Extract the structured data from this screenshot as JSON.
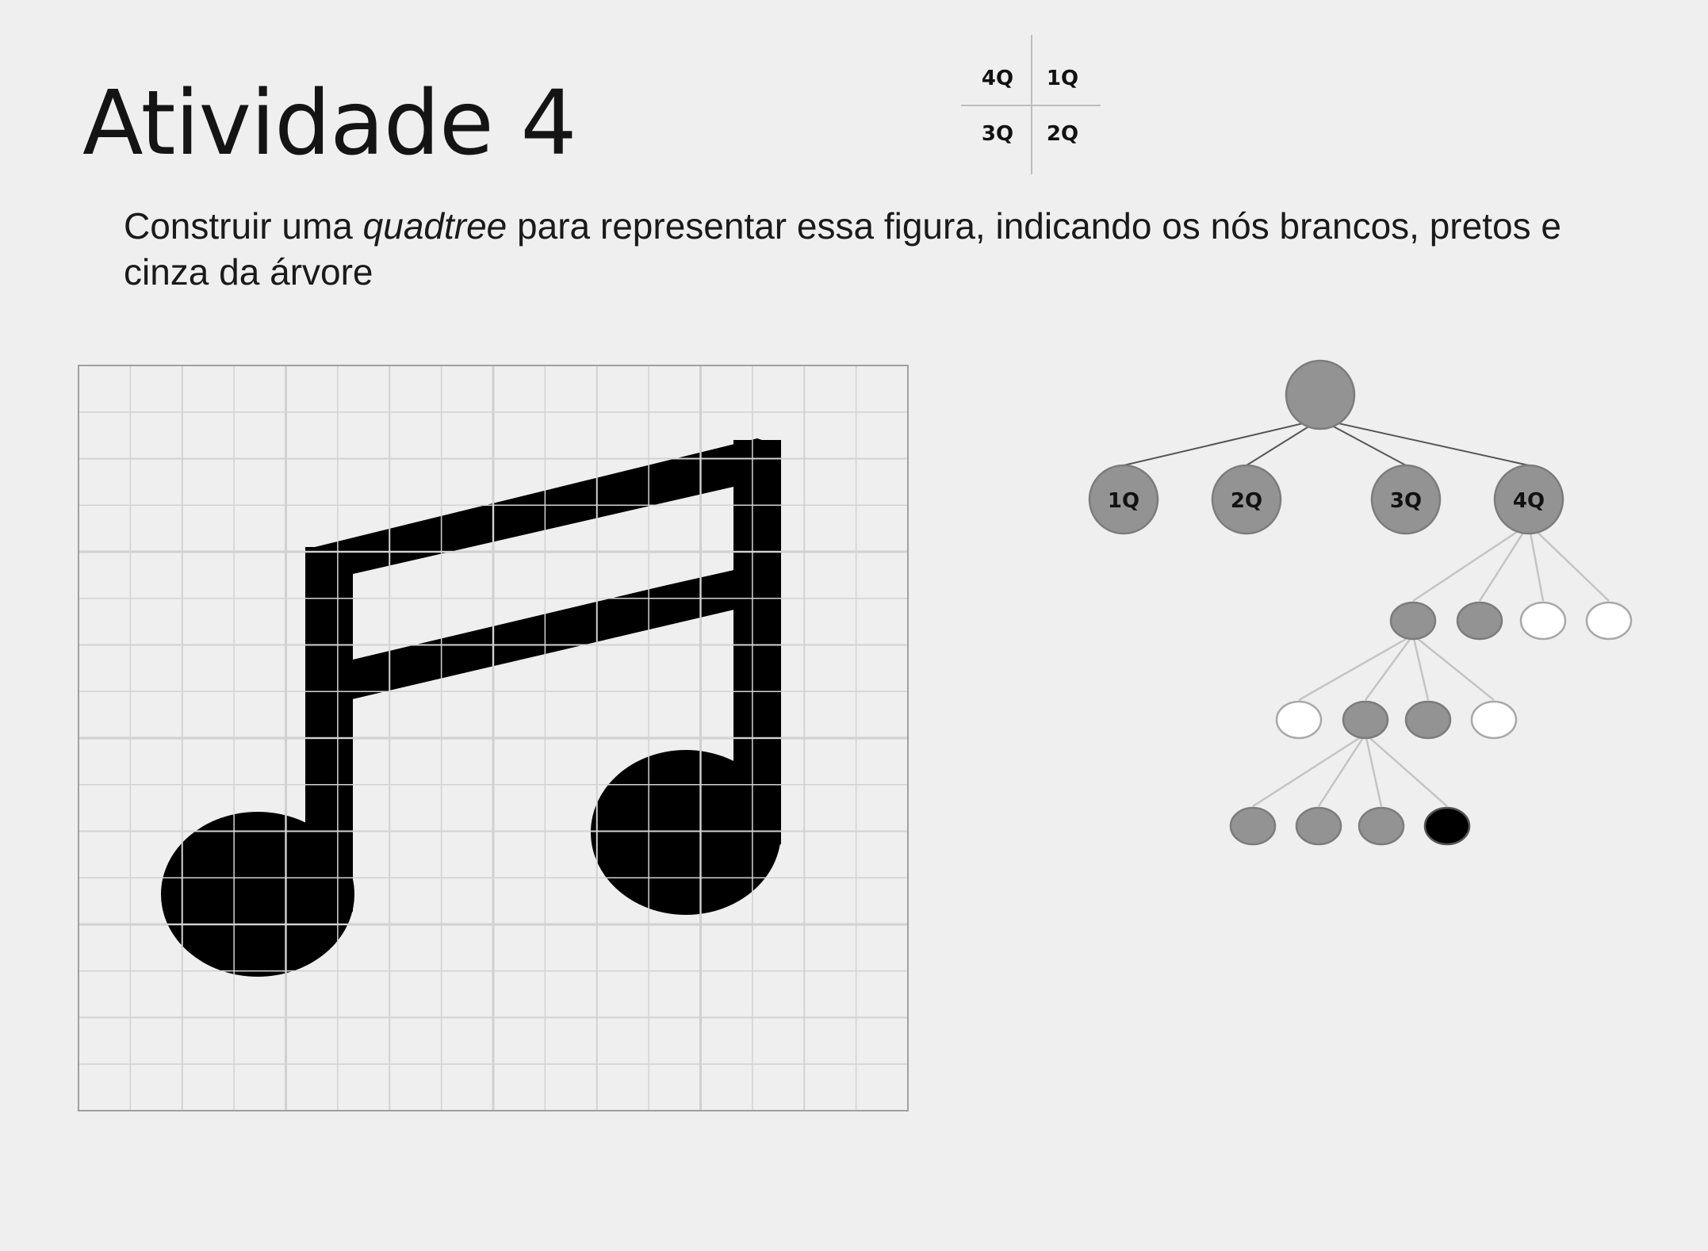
{
  "slide": {
    "title": "Atividade 4",
    "instruction": {
      "before": "Construir uma ",
      "emphasis": "quadtree",
      "after": " para representar essa figura, indicando os nós brancos, pretos e cinza da árvore"
    }
  },
  "quadrant_legend": {
    "top_left": "4Q",
    "top_right": "1Q",
    "bottom_left": "3Q",
    "bottom_right": "2Q"
  },
  "figure": {
    "subject": "music-note-icon",
    "grid_divisions": [
      4,
      8,
      16,
      32
    ],
    "colors": {
      "shape": "#000000",
      "grid_major": "#aaaaaa",
      "grid_minor": "#d2d2d2",
      "frame": "#a0a0a0"
    }
  },
  "quadtree": {
    "colors": {
      "gray": "#939393",
      "black": "#000000",
      "white": "#ffffff",
      "edge_dark": "#555555",
      "edge_light": "#c4c4c4"
    },
    "level1_labels": [
      "1Q",
      "2Q",
      "3Q",
      "4Q"
    ],
    "node_colors": {
      "root": "gray",
      "level1": [
        "gray",
        "gray",
        "gray",
        "gray"
      ],
      "level2": [
        "gray",
        "gray",
        "white",
        "white"
      ],
      "level3": [
        "white",
        "gray",
        "gray",
        "white"
      ],
      "level4": [
        "gray",
        "gray",
        "gray",
        "black"
      ]
    }
  }
}
